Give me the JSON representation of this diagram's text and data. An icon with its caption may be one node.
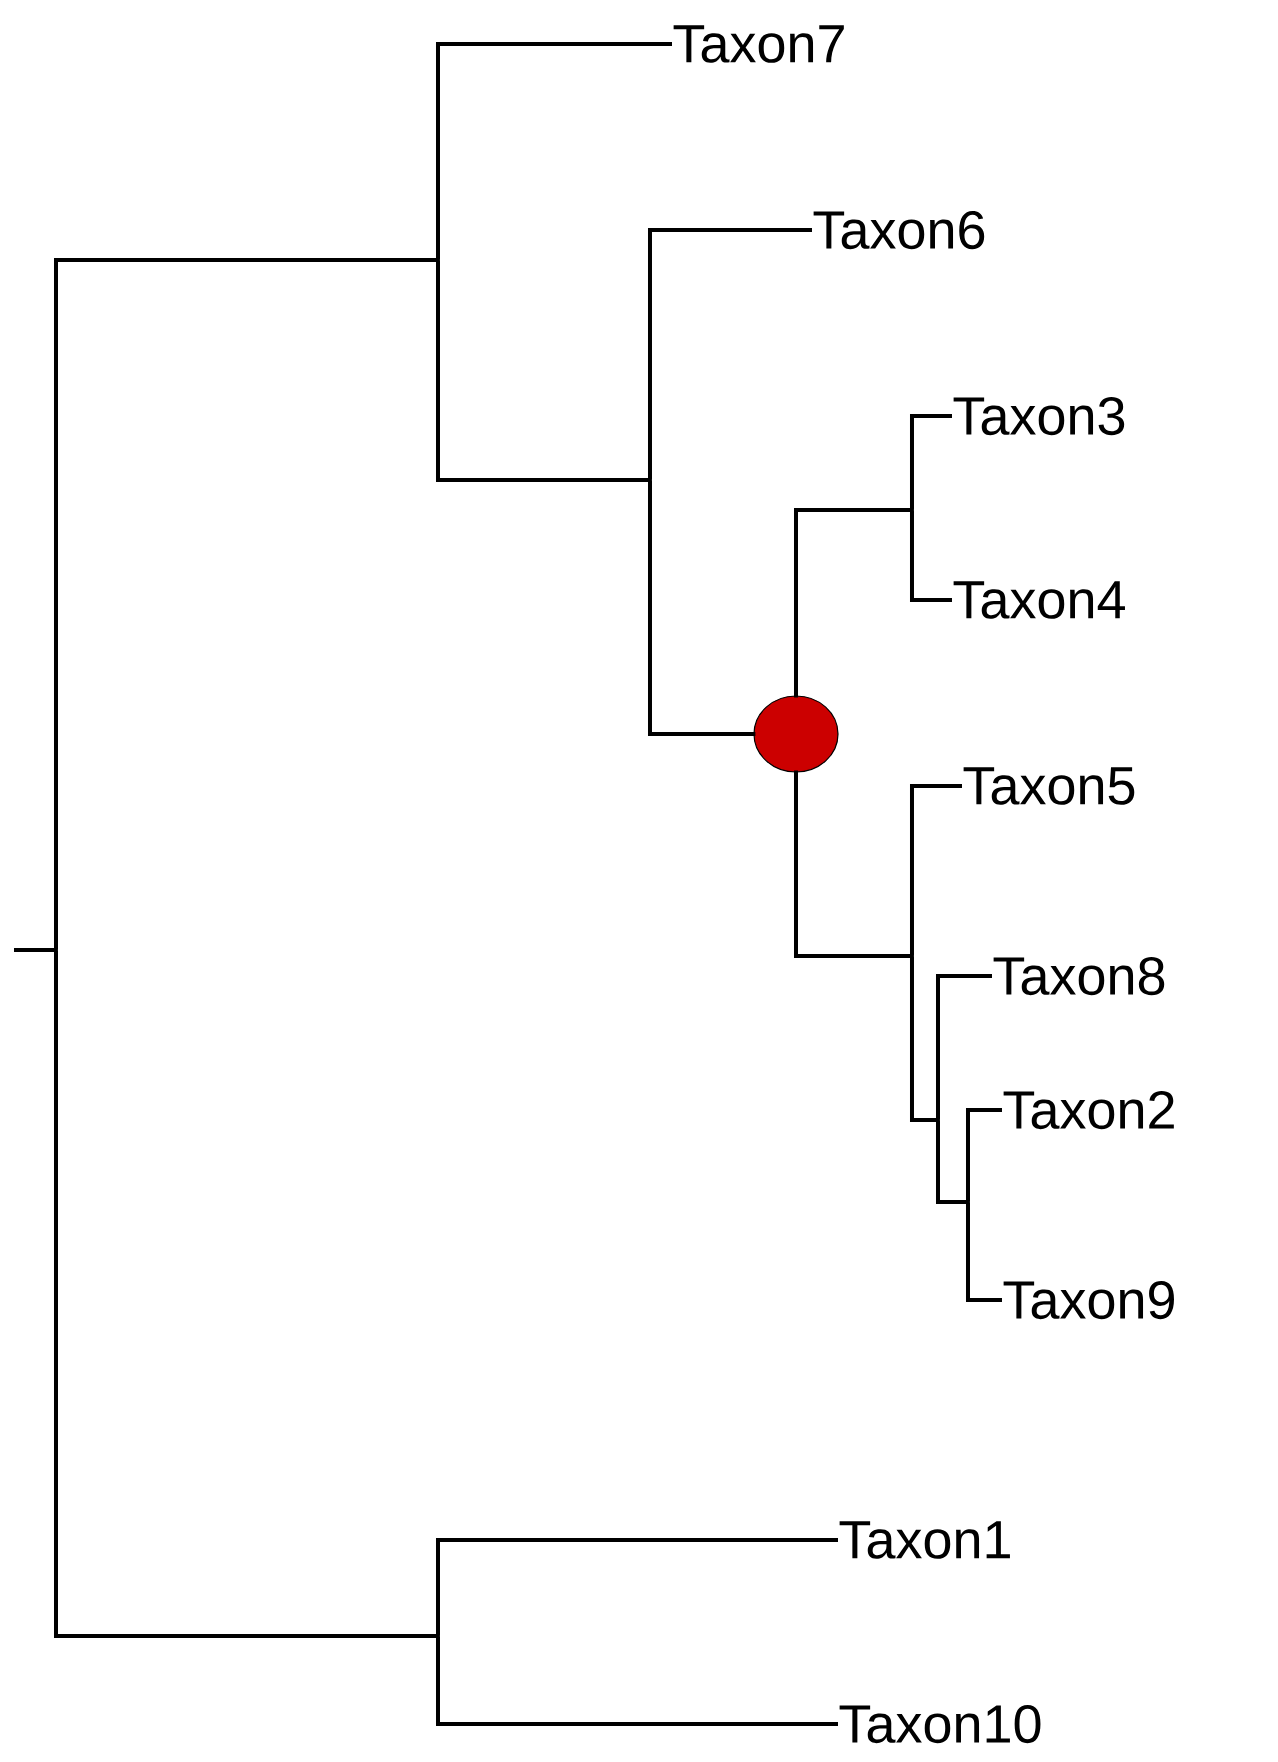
{
  "diagram": {
    "nodes": [
      {
        "text": [],
        "shape": "point"
      },
      {
        "text": [],
        "shape": "point"
      },
      {
        "text": [
          "Taxon7"
        ]
      },
      {
        "text": [],
        "shape": "point"
      },
      {
        "text": [
          "Taxon6"
        ]
      },
      {
        "text": [],
        "shape": "circle"
      },
      {
        "text": [],
        "shape": "point"
      },
      {
        "text": [
          "Taxon3"
        ]
      },
      {
        "text": [
          "Taxon4"
        ]
      },
      {
        "text": [],
        "shape": "point"
      },
      {
        "text": [
          "Taxon5"
        ]
      },
      {
        "text": [],
        "shape": "point"
      },
      {
        "text": [
          "Taxon8"
        ]
      },
      {
        "text": [],
        "shape": "point"
      },
      {
        "text": [
          "Taxon2"
        ]
      },
      {
        "text": [
          "Taxon9"
        ]
      },
      {
        "text": [],
        "shape": "point"
      },
      {
        "text": [
          "Taxon1"
        ]
      },
      {
        "text": [
          "Taxon10"
        ]
      }
    ],
    "edges": [
      {
        "from": null,
        "to": 0,
        "arrow": "none"
      },
      {
        "from": 0,
        "to": 1,
        "arrow": "none"
      },
      {
        "from": 1,
        "to": 2,
        "arrow": "none"
      },
      {
        "from": 1,
        "to": 3,
        "arrow": "none"
      },
      {
        "from": 3,
        "to": 4,
        "arrow": "none"
      },
      {
        "from": 3,
        "to": 5,
        "arrow": "none"
      },
      {
        "from": 5,
        "to": 6,
        "arrow": "none"
      },
      {
        "from": 6,
        "to": 7,
        "arrow": "none"
      },
      {
        "from": 6,
        "to": 8,
        "arrow": "none"
      },
      {
        "from": 5,
        "to": 9,
        "arrow": "none"
      },
      {
        "from": 9,
        "to": 10,
        "arrow": "none"
      },
      {
        "from": 9,
        "to": 11,
        "arrow": "none"
      },
      {
        "from": 11,
        "to": 12,
        "arrow": "none"
      },
      {
        "from": 11,
        "to": 13,
        "arrow": "none"
      },
      {
        "from": 13,
        "to": 14,
        "arrow": "none"
      },
      {
        "from": 13,
        "to": 15,
        "arrow": "none"
      },
      {
        "from": 0,
        "to": 16,
        "arrow": "none"
      },
      {
        "from": 16,
        "to": 17,
        "arrow": "none"
      },
      {
        "from": 16,
        "to": 18,
        "arrow": "none"
      }
    ]
  }
}
